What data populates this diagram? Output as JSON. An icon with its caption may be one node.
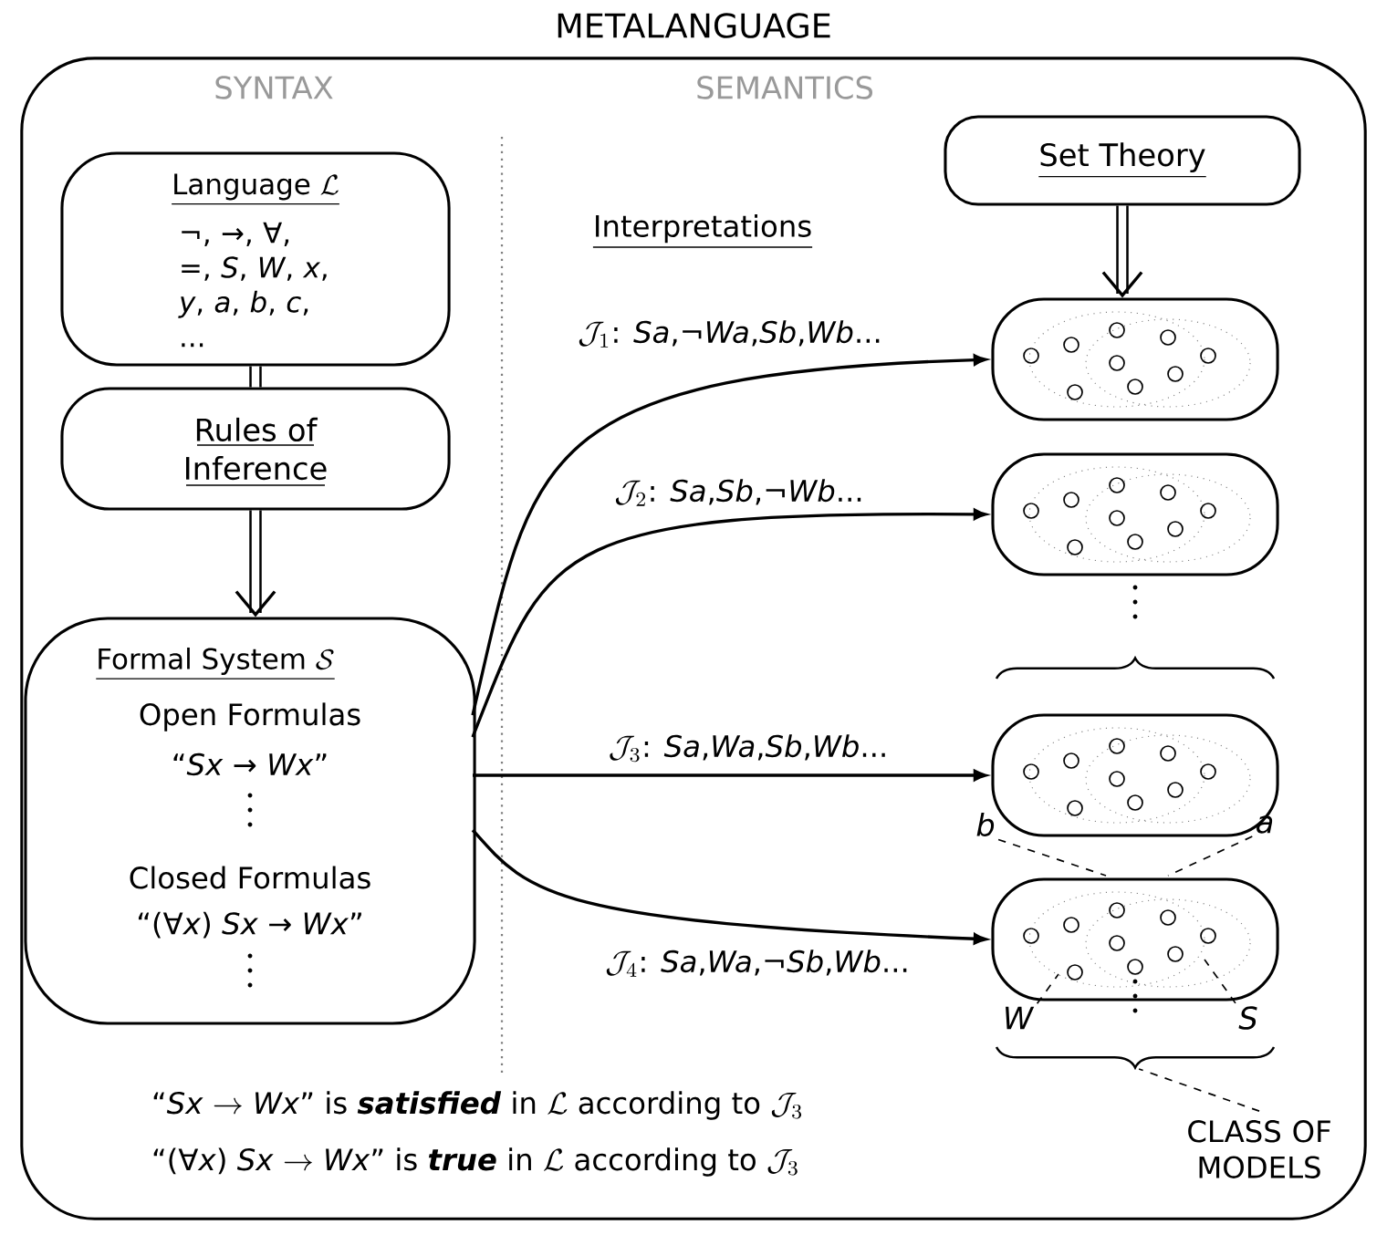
{
  "diagram": {
    "nodes": [
      {
        "text": [
          "METALANGUAGE"
        ]
      },
      {
        "text": [
          "\\text{Language}\\ \\mathcal{L}",
          "¬, →, ∀, =, *S*, *W*, *x*, *y*, *a*, *b*, *c*, ..."
        ],
        "in": 0
      },
      {
        "text": [
          "Rules of Inference"
        ],
        "in": 0
      },
      {
        "text": [
          "\\text{Formal System}\\ \\mathcal{S}",
          "Open Formulas",
          "“*Sx* → *Wx*”",
          "Closed Formulas",
          "“(∀*x*) *Sx* → *Wx*”"
        ],
        "in": 0
      },
      {
        "text": [
          "Set Theory"
        ],
        "in": 0
      },
      {
        "text": [],
        "shape": "box",
        "in": 0
      },
      {
        "text": [],
        "shape": "box",
        "in": 0
      },
      {
        "text": [],
        "shape": "box",
        "in": 0
      },
      {
        "text": [],
        "shape": "box",
        "in": 0
      },
      {
        "text": [
          "*b*"
        ],
        "in": 0
      },
      {
        "text": [
          "*a*"
        ],
        "in": 0
      },
      {
        "text": [
          "*W*"
        ],
        "in": 0
      },
      {
        "text": [
          "*S*"
        ],
        "in": 0
      },
      {
        "text": [
          "CLASS OF MODELS"
        ],
        "in": 0
      },
      {
        "text": [],
        "shape": "brace",
        "in": 0
      },
      {
        "text": [],
        "shape": "brace",
        "in": 0
      }
    ],
    "edges": [
      {
        "from": 1,
        "to": 2,
        "arrow": "none",
        "style": "thick"
      },
      {
        "from": 2,
        "to": 3,
        "arrow": "to",
        "style": "thick"
      },
      {
        "from": 4,
        "to": 5,
        "arrow": "to",
        "style": "thick"
      },
      {
        "from": 3,
        "to": 5,
        "arrow": "to",
        "label": "\\mathcal{J}_1\\text{: \\textit{Sa},¬\\textit{Wa},\\textit{Sb},\\textit{Wb}...}"
      },
      {
        "from": 3,
        "to": 6,
        "arrow": "to",
        "label": "\\mathcal{J}_2\\text{: \\textit{Sa},\\textit{Sb},¬\\textit{Wb}...}"
      },
      {
        "from": 3,
        "to": 7,
        "arrow": "to",
        "label": "\\mathcal{J}_3\\text{: \\textit{Sa},\\textit{Wa},\\textit{Sb},\\textit{Wb}...}"
      },
      {
        "from": 3,
        "to": 8,
        "arrow": "to",
        "label": "\\mathcal{J}_4\\text{: \\textit{Sa},\\textit{Wa},¬\\textit{Sb},\\textit{Wb}...}"
      },
      {
        "from": 9,
        "to": 8,
        "arrow": "none",
        "style": "dashed"
      },
      {
        "from": 10,
        "to": 8,
        "arrow": "none",
        "style": "dashed"
      },
      {
        "from": 11,
        "to": 8,
        "arrow": "none",
        "style": "dashed"
      },
      {
        "from": 12,
        "to": 8,
        "arrow": "none",
        "style": "dashed"
      },
      {
        "from": 13,
        "to": 15,
        "arrow": "none",
        "style": "dashed"
      }
    ],
    "labels": [
      "SYNTAX",
      "SEMANTICS",
      "Interpretations",
      "\\text{“\\textit{Sx} $\\rightarrow$ \\textit{Wx}” is \\textbf{\\textit{satisfied}} in $\\mathcal{L}$ according to $\\mathcal{J}_3$}",
      "\\text{“(∀\\textit{x}) \\textit{Sx} $\\rightarrow$ \\textit{Wx}” is \\textbf{\\textit{true}} in $\\mathcal{L}$ according to $\\mathcal{J}_3$}"
    ]
  }
}
